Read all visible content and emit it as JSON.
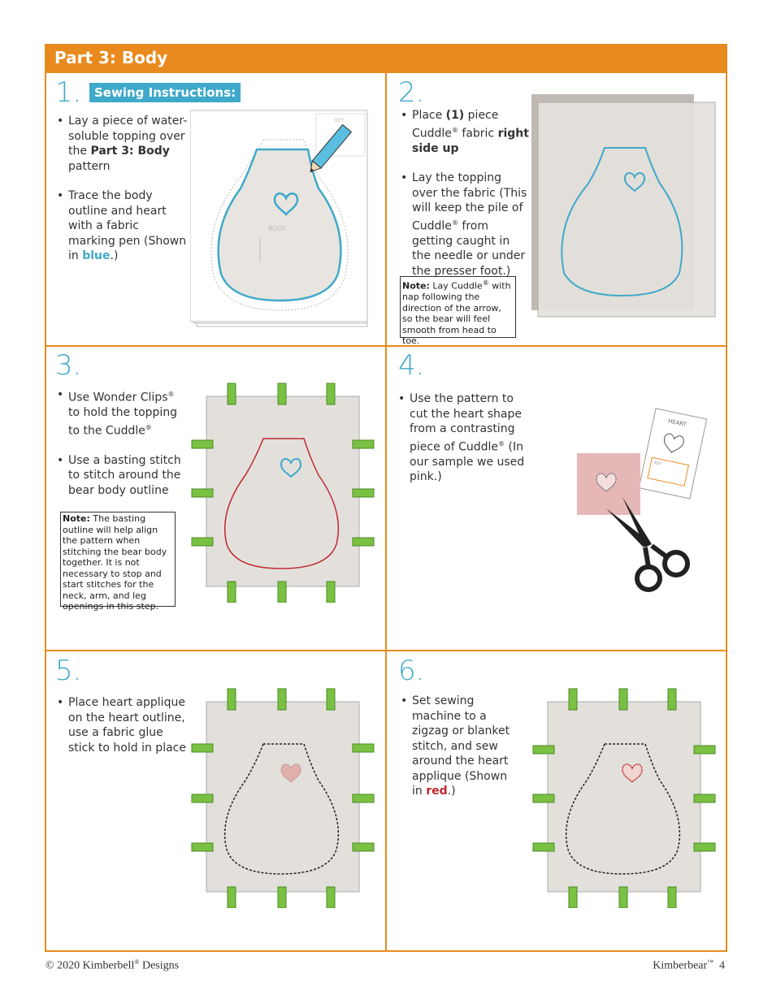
{
  "header": {
    "title": "Part 3: Body"
  },
  "sewing_tag": "Sewing Instructions:",
  "steps": [
    {
      "number": "1.",
      "bullets": {
        "b1_pre": "Lay a piece of water-soluble topping over the ",
        "b1_bold": "Part 3: Body",
        "b1_post": " pattern",
        "b2_pre": "Trace the body outline and heart with a fabric marking pen (Shown in ",
        "b2_color": "blue",
        "b2_post": ".)"
      },
      "pattern_labels": {
        "body": "BODY",
        "key": "KEY"
      }
    },
    {
      "number": "2.",
      "bullets": {
        "b1_pre": "Place ",
        "b1_bold": "(1)",
        "b1_mid": " piece Cuddle",
        "b1_reg": "®",
        "b1_post": " fabric ",
        "b1_bold2": "right side up",
        "b2_pre": "Lay the topping over the fabric (This will keep the pile of Cuddle",
        "b2_reg": "®",
        "b2_post": " from getting caught in the needle or under the presser foot.)"
      },
      "note": {
        "label": "Note:",
        "text_pre": " Lay Cuddle",
        "reg": "®",
        "text_post": " with nap following the direction of the arrow, so the bear will feel smooth from head to toe."
      }
    },
    {
      "number": "3.",
      "bullets": {
        "b1_pre": "Use Wonder Clips",
        "b1_reg": "®",
        "b1_mid": " to hold the topping to the Cuddle",
        "b1_reg2": "®",
        "b2": "Use a basting stitch to stitch around the bear body outline"
      },
      "note": {
        "label": "Note:",
        "text": " The basting outline will help align the pattern when stitching the bear body together. It is not necessary to stop and start stitches for the neck, arm, and leg openings in this step."
      }
    },
    {
      "number": "4.",
      "bullets": {
        "b1_pre": "Use the pattern to cut the heart shape from a contrasting piece of Cuddle",
        "b1_reg": "®",
        "b1_post": " (In our sample we used pink.)"
      },
      "pattern_labels": {
        "heart": "HEART",
        "key": "KEY"
      }
    },
    {
      "number": "5.",
      "bullets": {
        "b1": "Place heart applique on the heart outline, use a fabric glue stick to hold in place"
      }
    },
    {
      "number": "6.",
      "bullets": {
        "b1_pre": "Set sewing machine to a zigzag or blanket stitch, and sew around the heart applique (Shown in ",
        "b1_color": "red",
        "b1_post": ".)"
      }
    }
  ],
  "footer": {
    "left_pre": "© 2020 Kimberbell",
    "left_reg": "®",
    "left_post": " Designs",
    "right_pre": "Kimberbear",
    "right_tm": "™",
    "right_page": "4"
  },
  "colors": {
    "orange": "#e98a1e",
    "teal": "#3fa9c9",
    "red": "#c0282e",
    "clip_green": "#7ac143",
    "pink": "#e6b7b7"
  }
}
